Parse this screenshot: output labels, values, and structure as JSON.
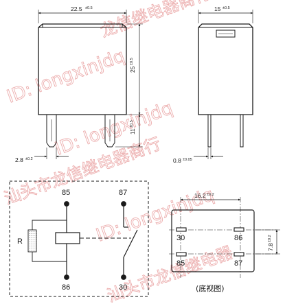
{
  "front_view": {
    "width_dim": "22.5",
    "width_tol": "±0.5",
    "height_dim": "25",
    "height_tol": "±0.5",
    "pin_length_dim": "11",
    "pin_length_tol": "±0.5",
    "pin_width_dim": "2.8",
    "pin_width_tol": "±0.2"
  },
  "side_view": {
    "depth_dim": "15",
    "depth_tol": "±0.5",
    "pin_thickness_dim": "0.8",
    "pin_thickness_tol": "±0.05"
  },
  "schematic": {
    "pins": {
      "p85": "85",
      "p87": "87",
      "p86": "86",
      "p30": "30"
    },
    "resistor_label": "R"
  },
  "bottom_view": {
    "spacing_x_dim": "16.2",
    "spacing_x_tol": "±0.2",
    "spacing_y_dim": "7.8",
    "spacing_y_tol": "±0.2",
    "pins": {
      "top_left": "30",
      "top_right": "86",
      "bottom_left": "85",
      "bottom_right": "87"
    },
    "caption": "(底视图)"
  },
  "watermark": {
    "line1": "ID: longxinjdq",
    "line2": "ID: longxinjdq",
    "line3": "ID: longxinjdq",
    "cn1": "龙信继电器商行",
    "cn2": "汕头市龙信继电器商行",
    "cn3": "汕头市龙信继电器"
  },
  "colors": {
    "ink": "#1a1a1a",
    "watermark": "#e9a0a0"
  }
}
